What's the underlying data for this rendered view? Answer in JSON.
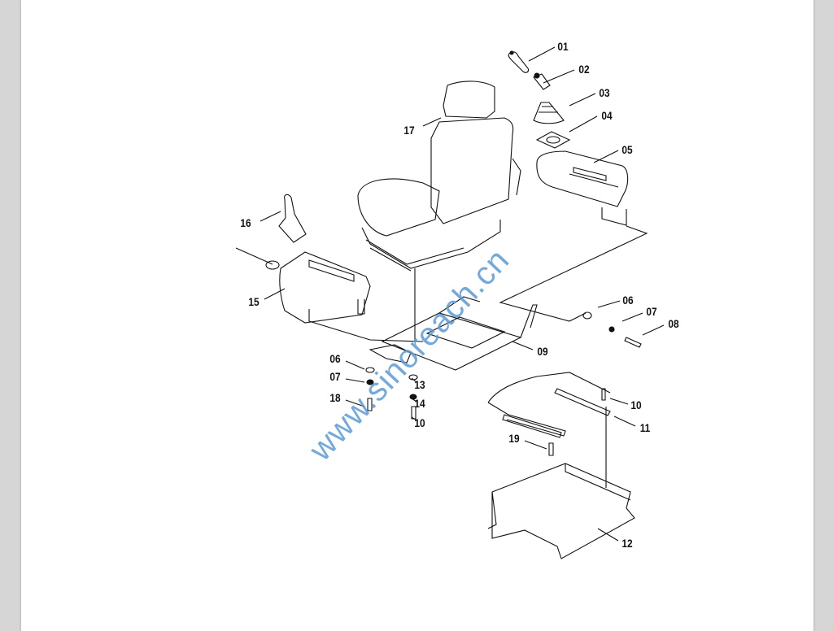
{
  "diagram": {
    "callouts": [
      {
        "id": "c01",
        "text": "01"
      },
      {
        "id": "c02",
        "text": "02"
      },
      {
        "id": "c03",
        "text": "03"
      },
      {
        "id": "c04",
        "text": "04"
      },
      {
        "id": "c05",
        "text": "05"
      },
      {
        "id": "c17",
        "text": "17"
      },
      {
        "id": "c16",
        "text": "16"
      },
      {
        "id": "c15",
        "text": "15"
      },
      {
        "id": "c06a",
        "text": "06"
      },
      {
        "id": "c07a",
        "text": "07"
      },
      {
        "id": "c08",
        "text": "08"
      },
      {
        "id": "c09",
        "text": "09"
      },
      {
        "id": "c06b",
        "text": "06"
      },
      {
        "id": "c07b",
        "text": "07"
      },
      {
        "id": "c18",
        "text": "18"
      },
      {
        "id": "c13",
        "text": "13"
      },
      {
        "id": "c14",
        "text": "14"
      },
      {
        "id": "c10a",
        "text": "10"
      },
      {
        "id": "c10b",
        "text": "10"
      },
      {
        "id": "c11",
        "text": "11"
      },
      {
        "id": "c19",
        "text": "19"
      },
      {
        "id": "c12",
        "text": "12"
      }
    ]
  },
  "watermark": "www.sinoreach.cn",
  "colors": {
    "background": "#d6d6d6",
    "page": "#ffffff",
    "watermark": "#5b9bd5",
    "lines": "#111111"
  }
}
